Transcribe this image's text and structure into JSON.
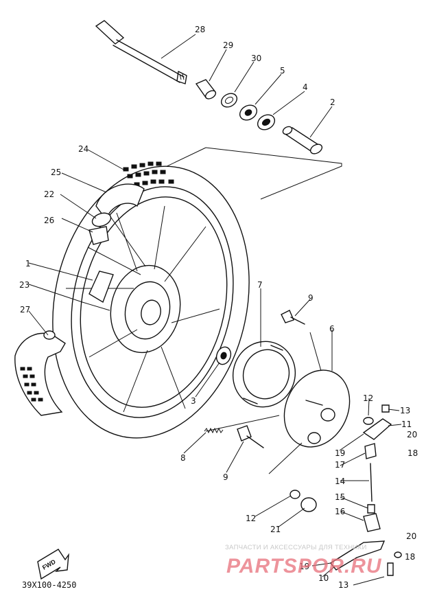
{
  "callouts": [
    {
      "id": "28",
      "label": "28"
    },
    {
      "id": "29",
      "label": "29"
    },
    {
      "id": "30",
      "label": "30"
    },
    {
      "id": "5",
      "label": "5"
    },
    {
      "id": "4",
      "label": "4"
    },
    {
      "id": "2",
      "label": "2"
    },
    {
      "id": "24",
      "label": "24"
    },
    {
      "id": "25",
      "label": "25"
    },
    {
      "id": "22",
      "label": "22"
    },
    {
      "id": "26",
      "label": "26"
    },
    {
      "id": "1",
      "label": "1"
    },
    {
      "id": "23",
      "label": "23"
    },
    {
      "id": "27",
      "label": "27"
    },
    {
      "id": "7",
      "label": "7"
    },
    {
      "id": "9a",
      "label": "9"
    },
    {
      "id": "6",
      "label": "6"
    },
    {
      "id": "3",
      "label": "3"
    },
    {
      "id": "8",
      "label": "8"
    },
    {
      "id": "9b",
      "label": "9"
    },
    {
      "id": "12a",
      "label": "12"
    },
    {
      "id": "13a",
      "label": "13"
    },
    {
      "id": "11",
      "label": "11"
    },
    {
      "id": "20a",
      "label": "20"
    },
    {
      "id": "19a",
      "label": "19"
    },
    {
      "id": "17",
      "label": "17"
    },
    {
      "id": "18a",
      "label": "18"
    },
    {
      "id": "14",
      "label": "14"
    },
    {
      "id": "15",
      "label": "15"
    },
    {
      "id": "12b",
      "label": "12"
    },
    {
      "id": "21",
      "label": "21"
    },
    {
      "id": "16",
      "label": "16"
    },
    {
      "id": "20b",
      "label": "20"
    },
    {
      "id": "18b",
      "label": "18"
    },
    {
      "id": "19b",
      "label": "19"
    },
    {
      "id": "10",
      "label": "10"
    },
    {
      "id": "13b",
      "label": "13"
    }
  ],
  "drawing_code": "39X100-4250",
  "fwd_badge": "FWD",
  "watermark": {
    "caption": "ЗАПЧАСТИ И АКСЕССУАРЫ ДЛЯ ТЕХНИКИ",
    "brand": "PARTSPOR.RU",
    "color": "#e8707a"
  }
}
